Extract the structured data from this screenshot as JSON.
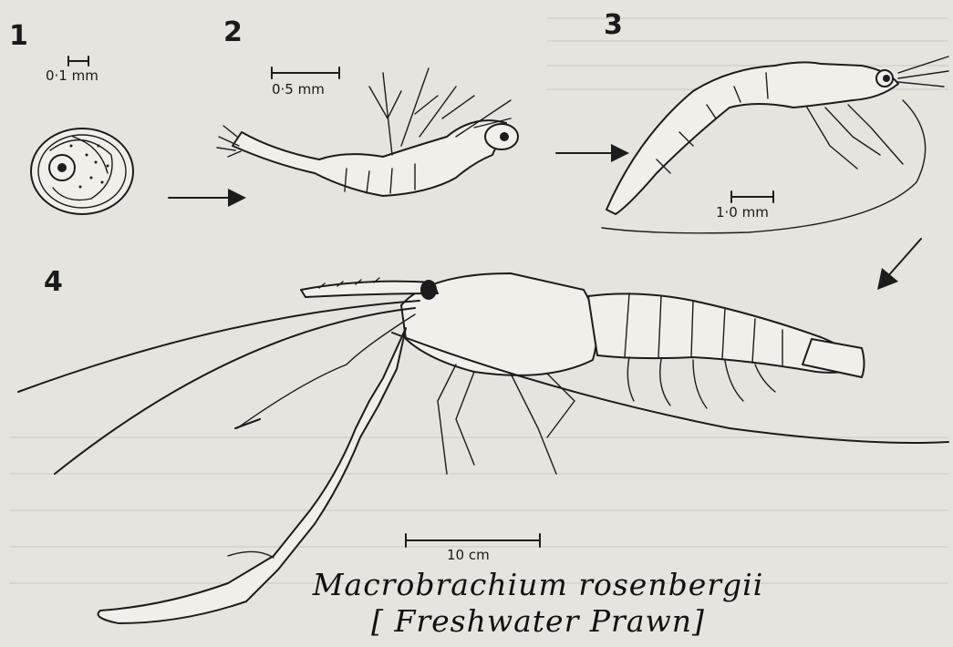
{
  "stages": [
    {
      "number": "1",
      "scale": "0·1 mm"
    },
    {
      "number": "2",
      "scale": "0·5 mm"
    },
    {
      "number": "3",
      "scale": "1·0 mm"
    },
    {
      "number": "4",
      "scale": "10 cm"
    }
  ],
  "caption": {
    "species": "Macrobrachium rosenbergii",
    "common_name": "[ Freshwater Prawn]"
  }
}
